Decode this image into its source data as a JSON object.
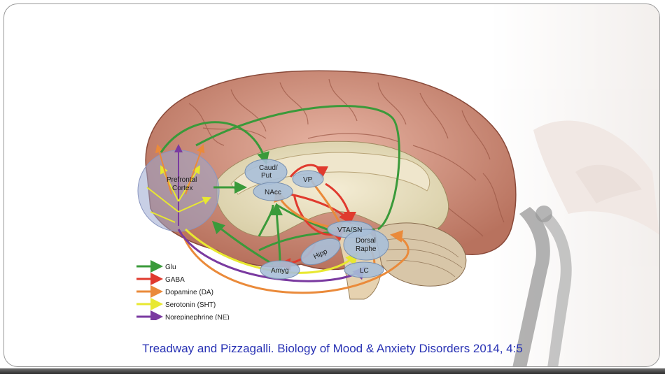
{
  "figure": {
    "regions": {
      "prefrontal_line1": "Prefrontal",
      "prefrontal_line2": "Cortex",
      "caud_line1": "Caud/",
      "caud_line2": "Put",
      "nacc": "NAcc",
      "vp": "VP",
      "vta": "VTA/SN",
      "hipp": "Hipp",
      "dorsal_line1": "Dorsal",
      "dorsal_line2": "Raphe",
      "amyg": "Amyg",
      "lc": "LC"
    },
    "legend": [
      {
        "label": "Glu",
        "color": "#3a9a3a"
      },
      {
        "label": "GABA",
        "color": "#e03a2e"
      },
      {
        "label": "Dopamine (DA)",
        "color": "#ea8a3a"
      },
      {
        "label": "Serotonin (SHT)",
        "color": "#e8e830"
      },
      {
        "label": "Norepinephrine (NE)",
        "color": "#7a3aa0"
      }
    ]
  },
  "citation": "Treadway and Pizzagalli.  Biology of Mood & Anxiety Disorders 2014, 4:5"
}
